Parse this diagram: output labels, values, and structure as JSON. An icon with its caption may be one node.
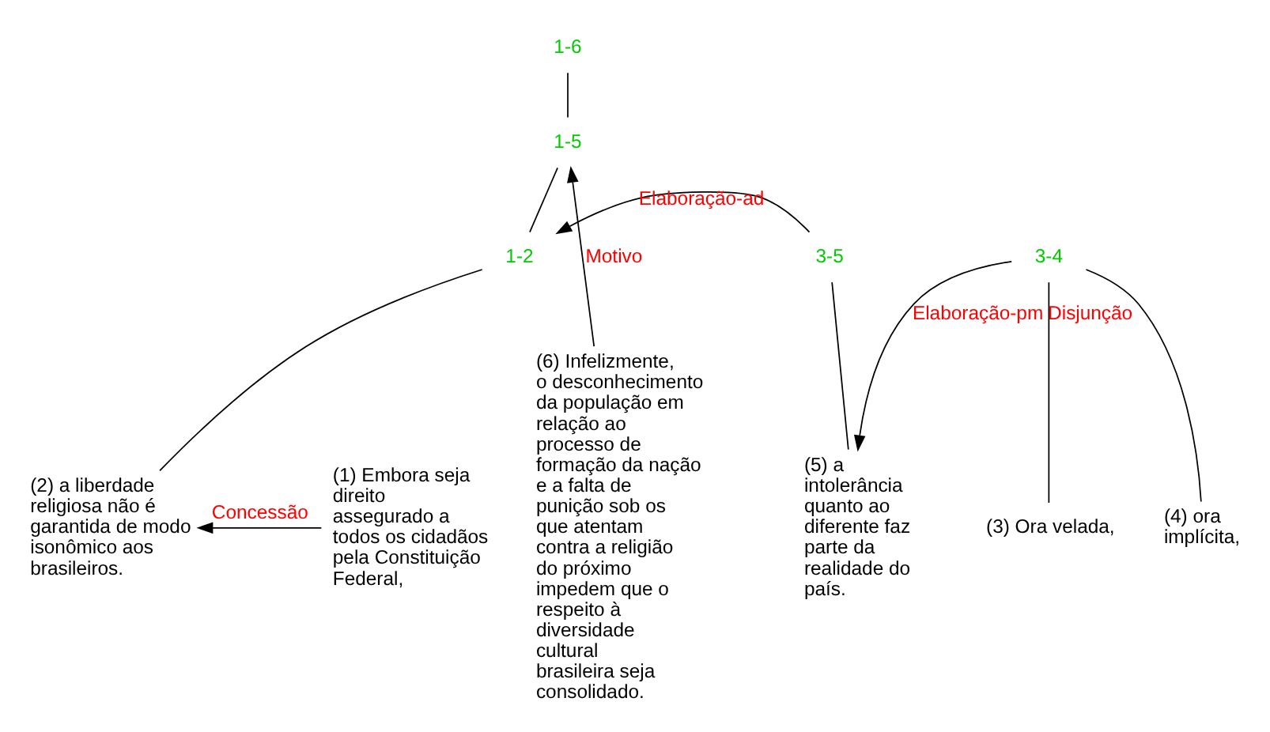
{
  "diagram": {
    "nodes": [
      {
        "text": [
          "1-6"
        ]
      },
      {
        "text": [
          "1-5"
        ]
      },
      {
        "text": [
          "1-2"
        ]
      },
      {
        "text": [
          "(1) Embora seja direito assegurado a todos os cidadãos pela Constituição Federal,"
        ]
      },
      {
        "text": [
          "(2) a liberdade religiosa não é garantida de modo isonômico aos brasileiros."
        ]
      },
      {
        "text": [
          "3-5"
        ]
      },
      {
        "text": [
          "3-4"
        ]
      },
      {
        "text": [
          "(3) Ora velada,"
        ]
      },
      {
        "text": [
          "(4) ora implícita,"
        ]
      },
      {
        "text": [
          "(5) a intolerância quanto ao diferente faz parte da realidade do país."
        ]
      },
      {
        "text": [
          "(6) Infelizmente, o desconhecimento da população em relação ao processo de formação da nação e a falta de punição sob os que atentam contra a religião do próximo impedem que o respeito à diversidade cultural brasileira seja consolidado."
        ]
      }
    ],
    "edges": [
      {
        "from": 0,
        "to": 1,
        "arrow": "none"
      },
      {
        "from": 10,
        "to": 1,
        "arrow": "to",
        "label": "Motivo"
      },
      {
        "from": 1,
        "to": 2,
        "arrow": "none"
      },
      {
        "from": 5,
        "to": 2,
        "arrow": "to",
        "label": "Elaboração-ad"
      },
      {
        "from": 2,
        "to": 4,
        "arrow": "none"
      },
      {
        "from": 3,
        "to": 4,
        "arrow": "to",
        "label": "Concessão"
      },
      {
        "from": 5,
        "to": 9,
        "arrow": "none"
      },
      {
        "from": 6,
        "to": 9,
        "arrow": "to",
        "label": "Elaboração-pm"
      },
      {
        "from": 6,
        "to": 7,
        "arrow": "none",
        "label": "Disjunção"
      },
      {
        "from": 6,
        "to": 8,
        "arrow": "none"
      }
    ]
  }
}
